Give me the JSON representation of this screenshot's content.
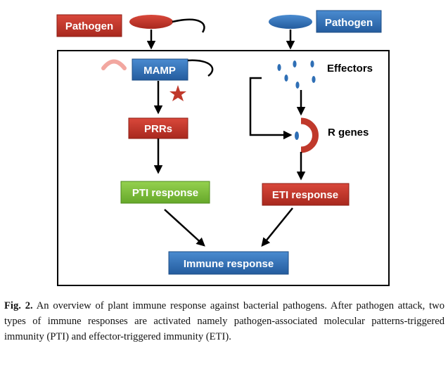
{
  "diagram": {
    "pathogen_left": "Pathogen",
    "pathogen_right": "Pathogen",
    "mamp": "MAMP",
    "prrs": "PRRs",
    "pti_response": "PTI response",
    "effectors": "Effectors",
    "r_genes": "R genes",
    "eti_response": "ETI response",
    "immune_response": "Immune response"
  },
  "caption": {
    "label": "Fig. 2.",
    "text": "An overview of plant immune response against bacterial pathogens. After pathogen attack, two types of immune responses are activated namely pathogen-associated molecular patterns-triggered immunity (PTI) and effector-triggered immunity (ETI)."
  },
  "colors": {
    "red_box": "#c0392b",
    "blue_box": "#2f6fb5",
    "green_box": "#7cbf3a",
    "pink_receptor": "#f2a7a0",
    "red_star": "#c0392b"
  }
}
